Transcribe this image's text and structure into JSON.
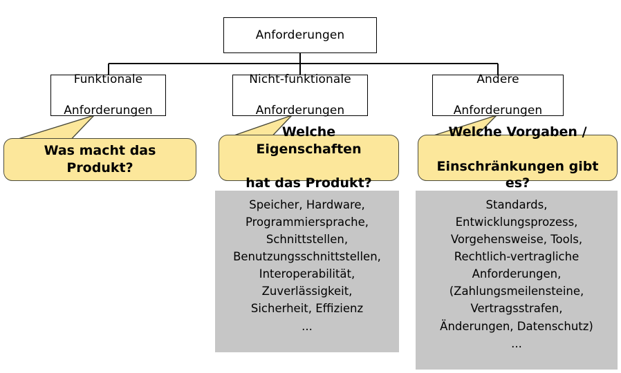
{
  "diagram": {
    "title": "Anforderungen",
    "tree": {
      "root": {
        "label": "Anforderungen"
      },
      "children": [
        {
          "id": "funktionale",
          "line1": "Funktionale",
          "line2": "Anforderungen"
        },
        {
          "id": "nicht-funktionale",
          "line1": "Nicht-funktionale",
          "line2": "Anforderungen"
        },
        {
          "id": "andere",
          "line1": "Andere",
          "line2": "Anforderungen"
        }
      ]
    },
    "callouts": [
      {
        "id": "callout-funktionale",
        "line1": "Was macht das Produkt?",
        "line2": ""
      },
      {
        "id": "callout-nicht-funktionale",
        "line1": "Welche Eigenschaften",
        "line2": "hat das Produkt?"
      },
      {
        "id": "callout-andere",
        "line1": "Welche Vorgaben /",
        "line2": "Einschränkungen gibt es?"
      }
    ],
    "panels": [
      {
        "id": "panel-nicht-funktionale",
        "lines": [
          "Speicher, Hardware,",
          "Programmiersprache,",
          "Schnittstellen,",
          "Benutzungsschnittstellen,",
          "Interoperabilität,",
          "Zuverlässigkeit,",
          "Sicherheit, Effizienz"
        ],
        "ellipsis": "..."
      },
      {
        "id": "panel-andere",
        "lines": [
          "Standards,",
          "Entwicklungsprozess,",
          "Vorgehensweise, Tools,",
          "Rechtlich-vertragliche",
          "Anforderungen,",
          "(Zahlungsmeilensteine,",
          "Vertragsstrafen,",
          "Änderungen, Datenschutz)"
        ],
        "ellipsis": "..."
      }
    ],
    "colors": {
      "callout_fill": "#FCE79B",
      "callout_border": "#4a4a3a",
      "panel_fill": "#C6C6C6",
      "node_border": "#000000",
      "node_fill": "#ffffff",
      "background": "#ffffff"
    }
  }
}
